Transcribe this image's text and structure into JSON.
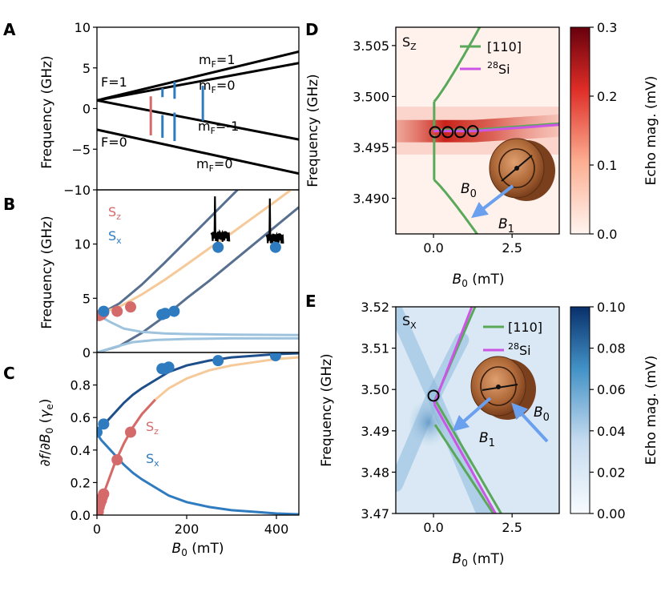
{
  "panels": [
    {
      "id": "A",
      "label": "A"
    },
    {
      "id": "B",
      "label": "B"
    },
    {
      "id": "C",
      "label": "C"
    },
    {
      "id": "D",
      "label": "D"
    },
    {
      "id": "E",
      "label": "E"
    }
  ],
  "colors": {
    "sz": "#d46a6a",
    "sx": "#2f7bbf",
    "dark_blue": "#1f4f8a",
    "steel": "#58708f",
    "peach": "#f6c999",
    "light_blue": "#9dc3de",
    "green": "#5aa85a",
    "magenta": "#cc55e6",
    "black": "#000000"
  },
  "chart_data": [
    {
      "panel": "A",
      "type": "line",
      "xlim": [
        0,
        450
      ],
      "ylim": [
        -10,
        10
      ],
      "yticks": [
        "10",
        "5",
        "0",
        "−5",
        "−10"
      ],
      "ylabel": "Frequency (GHz)",
      "annotations": {
        "F1": "F=1",
        "F0": "F=0",
        "m1": "mF=1",
        "m0u": "mF=0",
        "mm1": "mF=-1",
        "m0l": "mF=0"
      },
      "series": [
        {
          "x": [
            0,
            450
          ],
          "y": [
            1.0,
            7.0
          ]
        },
        {
          "x": [
            0,
            450
          ],
          "y": [
            1.0,
            5.6
          ]
        },
        {
          "x": [
            0,
            450
          ],
          "y": [
            1.0,
            -3.8
          ]
        },
        {
          "x": [
            0,
            450
          ],
          "y": [
            -2.6,
            -8.0
          ]
        }
      ],
      "transitions": [
        {
          "x": 120,
          "y1": 1.5,
          "y2": -3.3,
          "color": "sz"
        },
        {
          "x": 146,
          "y1": 2.5,
          "y2": 1.4,
          "color": "sx"
        },
        {
          "x": 146,
          "y1": -0.8,
          "y2": -3.6,
          "color": "sx"
        },
        {
          "x": 173,
          "y1": 3.3,
          "y2": 1.2,
          "color": "sx"
        },
        {
          "x": 173,
          "y1": -0.5,
          "y2": -4.0,
          "color": "sx"
        },
        {
          "x": 236,
          "y1": 2.8,
          "y2": -1.5,
          "color": "sx"
        }
      ]
    },
    {
      "panel": "B",
      "type": "line",
      "xlim": [
        0,
        450
      ],
      "ylim": [
        0,
        15
      ],
      "yticks": [
        "0",
        "5",
        "10"
      ],
      "ylabel": "Frequency (GHz)",
      "legend": [
        {
          "name": "Sz",
          "color": "sz"
        },
        {
          "name": "Sx",
          "color": "sx"
        }
      ],
      "curves": [
        {
          "color": "steel",
          "x": [
            0,
            20,
            50,
            100,
            150,
            200,
            250,
            300,
            350,
            400,
            450
          ],
          "y": [
            3.7,
            3.84,
            4.52,
            6.26,
            8.24,
            10.3,
            12.37,
            14.45,
            16.5,
            18.6,
            20.7
          ]
        },
        {
          "color": "peach",
          "x": [
            0,
            20,
            50,
            100,
            150,
            200,
            250,
            300,
            350,
            400,
            450
          ],
          "y": [
            3.7,
            3.8,
            4.22,
            5.35,
            6.67,
            8.12,
            9.6,
            11.0,
            12.5,
            14.0,
            15.55
          ]
        },
        {
          "color": "steel",
          "x": [
            0,
            50,
            100,
            150,
            200,
            250,
            300,
            350,
            400,
            450
          ],
          "y": [
            0.0,
            0.6,
            1.8,
            3.3,
            5.0,
            6.6,
            8.3,
            10.0,
            11.7,
            13.4
          ]
        },
        {
          "color": "light_blue",
          "x": [
            0,
            30,
            60,
            100,
            150,
            200,
            300,
            450
          ],
          "y": [
            3.5,
            2.8,
            2.2,
            1.9,
            1.75,
            1.7,
            1.65,
            1.6
          ]
        },
        {
          "color": "light_blue",
          "x": [
            0,
            40,
            80,
            130,
            200,
            300,
            450
          ],
          "y": [
            0.0,
            0.5,
            0.95,
            1.15,
            1.25,
            1.3,
            1.3
          ]
        }
      ],
      "points_sz": {
        "x": [
          5,
          10,
          15,
          45,
          75
        ],
        "y": [
          3.4,
          3.5,
          3.7,
          3.8,
          4.2
        ]
      },
      "points_sx": {
        "x": [
          15,
          145,
          152,
          172,
          270,
          398
        ],
        "y": [
          3.8,
          3.5,
          3.6,
          3.8,
          9.7,
          9.7
        ]
      },
      "spectra": [
        {
          "x0": 255,
          "x1": 295,
          "yb": 10.8
        },
        {
          "x0": 378,
          "x1": 415,
          "yb": 10.6
        }
      ]
    },
    {
      "panel": "C",
      "type": "line",
      "xlim": [
        0,
        450
      ],
      "ylim": [
        0,
        1.0
      ],
      "yticks": [
        "0.0",
        "0.2",
        "0.4",
        "0.6",
        "0.8"
      ],
      "xticks": [
        "0",
        "200",
        "400"
      ],
      "xlabel": "B0 (mT)",
      "ylabel": "∂f/∂B0 (γe)",
      "legend": [
        {
          "name": "Sz",
          "color": "sz"
        },
        {
          "name": "Sx",
          "color": "sx"
        }
      ],
      "curves": [
        {
          "color": "dark_blue",
          "x": [
            0,
            10,
            20,
            40,
            60,
            80,
            100,
            130,
            160,
            200,
            250,
            300,
            350,
            400,
            450
          ],
          "y": [
            0.5,
            0.54,
            0.57,
            0.63,
            0.69,
            0.74,
            0.78,
            0.83,
            0.88,
            0.92,
            0.95,
            0.97,
            0.98,
            0.99,
            0.995
          ]
        },
        {
          "color": "peach",
          "x": [
            0,
            10,
            20,
            40,
            60,
            80,
            100,
            130,
            160,
            200,
            250,
            300,
            350,
            400,
            450
          ],
          "y": [
            0.0,
            0.09,
            0.17,
            0.32,
            0.44,
            0.54,
            0.62,
            0.71,
            0.78,
            0.84,
            0.89,
            0.92,
            0.94,
            0.96,
            0.97
          ]
        },
        {
          "color": "sz",
          "x": [
            0,
            10,
            20,
            40,
            60,
            80,
            100,
            130
          ],
          "y": [
            0.0,
            0.09,
            0.17,
            0.32,
            0.44,
            0.54,
            0.62,
            0.71
          ]
        },
        {
          "color": "sx",
          "x": [
            0,
            10,
            20,
            40,
            60,
            80,
            100,
            130,
            160,
            200,
            250,
            300,
            350,
            400,
            450
          ],
          "y": [
            0.5,
            0.46,
            0.43,
            0.37,
            0.31,
            0.26,
            0.22,
            0.17,
            0.12,
            0.08,
            0.05,
            0.03,
            0.02,
            0.01,
            0.005
          ]
        }
      ],
      "points_sz": {
        "x": [
          3,
          5,
          7,
          10,
          12,
          15,
          45,
          75
        ],
        "y": [
          0.02,
          0.05,
          0.07,
          0.09,
          0.11,
          0.13,
          0.34,
          0.51
        ]
      },
      "points_sx": {
        "x": [
          0,
          15,
          145,
          152,
          160,
          270,
          398
        ],
        "y": [
          0.51,
          0.56,
          0.9,
          0.9,
          0.91,
          0.95,
          0.98
        ]
      }
    },
    {
      "panel": "D",
      "type": "heatmap",
      "title": "Sz",
      "xlim": [
        -1.2,
        4.0
      ],
      "ylim": [
        3.4865,
        3.5068
      ],
      "xticks": [
        "0.0",
        "2.5"
      ],
      "yticks": [
        "3.490",
        "3.495",
        "3.500",
        "3.505"
      ],
      "xlabel": "B0 (mT)",
      "ylabel": "Frequency (GHz)",
      "colorbar": {
        "label": "Echo mag. (mV)",
        "ticks": [
          "0.0",
          "0.1",
          "0.2",
          "0.3"
        ],
        "range": [
          0,
          0.3
        ]
      },
      "legend": [
        {
          "name": "[110]",
          "color": "green"
        },
        {
          "name": "28Si",
          "color": "magenta"
        }
      ],
      "circles": {
        "x": [
          0.05,
          0.45,
          0.85,
          1.25
        ],
        "y": [
          3.4965,
          3.4965,
          3.4965,
          3.4966
        ]
      },
      "vector_labels": {
        "b0": "B0",
        "b1": "B1"
      }
    },
    {
      "panel": "E",
      "type": "heatmap",
      "title": "SX",
      "xlim": [
        -1.2,
        4.0
      ],
      "ylim": [
        3.47,
        3.52
      ],
      "xticks": [
        "0.0",
        "2.5"
      ],
      "yticks": [
        "3.47",
        "3.48",
        "3.49",
        "3.50",
        "3.51",
        "3.52"
      ],
      "xlabel": "B0 (mT)",
      "ylabel": "Frequency (GHz)",
      "colorbar": {
        "label": "Echo mag. (mV)",
        "ticks": [
          "0.00",
          "0.02",
          "0.04",
          "0.06",
          "0.08",
          "0.10"
        ],
        "range": [
          0,
          0.1
        ]
      },
      "legend": [
        {
          "name": "[110]",
          "color": "green"
        },
        {
          "name": "28Si",
          "color": "magenta"
        }
      ],
      "circles": {
        "x": [
          0.0
        ],
        "y": [
          3.4985
        ]
      },
      "vector_labels": {
        "b0": "B0",
        "b1": "B1"
      }
    }
  ]
}
